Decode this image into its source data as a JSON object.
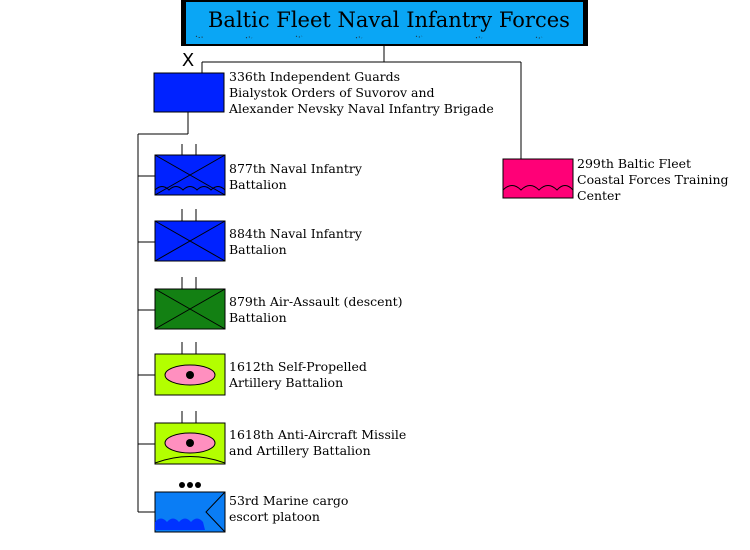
{
  "title": "Baltic Fleet Naval Infantry Forces",
  "brigade": {
    "echelon_symbol": "X",
    "color": "#0022ff",
    "label": [
      "336th Independent Guards",
      "Bialystok Orders of Suvorov and",
      "Alexander Nevsky Naval Infantry Brigade"
    ]
  },
  "training_center": {
    "color": "#ff0077",
    "label": [
      "299th Baltic Fleet",
      "Coastal Forces Training",
      "Center"
    ]
  },
  "units": [
    {
      "label": [
        "877th Naval Infantry",
        "Battalion"
      ],
      "color": "#0022ff",
      "icon": "naval-infantry-battalion-icon"
    },
    {
      "label": [
        "884th Naval Infantry",
        "Battalion"
      ],
      "color": "#0022ff",
      "icon": "naval-infantry-battalion-icon"
    },
    {
      "label": [
        "879th Air-Assault (descent)",
        "Battalion"
      ],
      "color": "#138013",
      "icon": "air-assault-battalion-icon"
    },
    {
      "label": [
        "1612th Self-Propelled",
        "Artillery Battalion"
      ],
      "color": "#b3ff00",
      "icon": "self-propelled-artillery-icon"
    },
    {
      "label": [
        "1618th Anti-Aircraft Missile",
        "and Artillery Battalion"
      ],
      "color": "#b3ff00",
      "icon": "air-defense-artillery-icon"
    },
    {
      "label": [
        "53rd Marine cargo",
        "escort platoon"
      ],
      "color": "#0a7df5",
      "icon": "marine-cargo-escort-icon"
    }
  ]
}
